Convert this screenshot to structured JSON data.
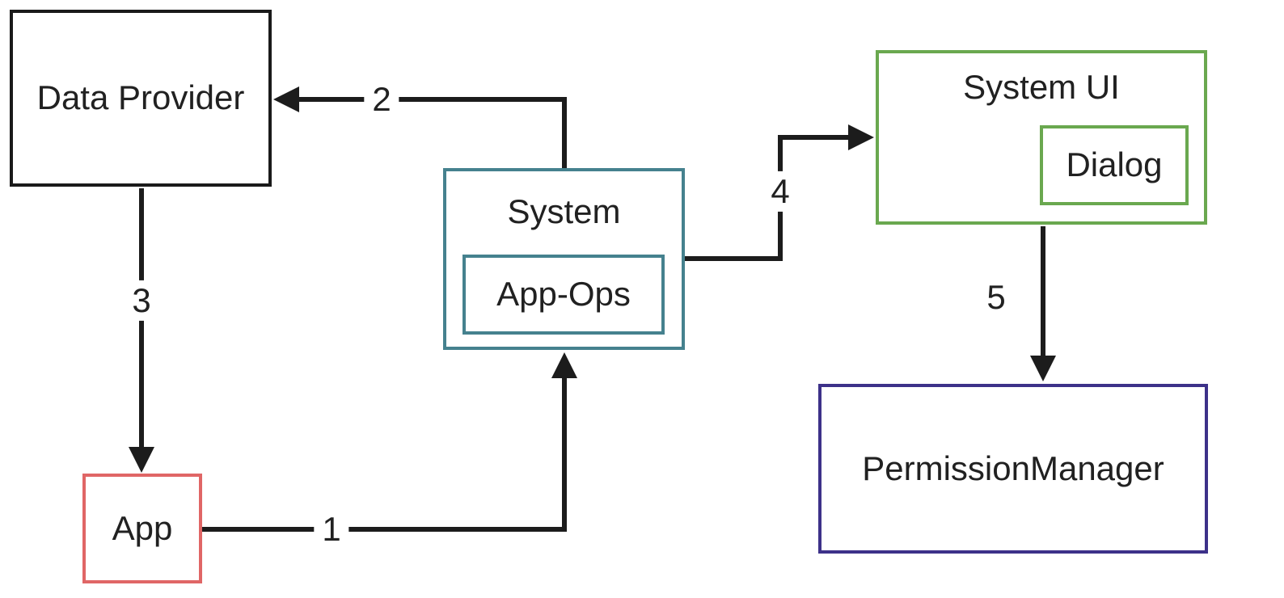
{
  "diagram": {
    "nodes": {
      "data_provider": {
        "label": "Data Provider",
        "border_color": "#1a1a1a"
      },
      "app": {
        "label": "App",
        "border_color": "#e06666"
      },
      "system": {
        "label": "System",
        "border_color": "#45818e"
      },
      "app_ops": {
        "label": "App-Ops",
        "border_color": "#45818e"
      },
      "system_ui": {
        "label": "System UI",
        "border_color": "#6aa84f"
      },
      "dialog": {
        "label": "Dialog",
        "border_color": "#6aa84f"
      },
      "permission_manager": {
        "label": "PermissionManager",
        "border_color": "#3d3189"
      }
    },
    "edges": [
      {
        "label": "1",
        "from": "app",
        "to": "system"
      },
      {
        "label": "2",
        "from": "system",
        "to": "data_provider"
      },
      {
        "label": "3",
        "from": "data_provider",
        "to": "app"
      },
      {
        "label": "4",
        "from": "system",
        "to": "system_ui"
      },
      {
        "label": "5",
        "from": "system_ui",
        "to": "permission_manager"
      }
    ],
    "colors": {
      "line": "#1c1c1c",
      "text": "#212121",
      "background": "#ffffff"
    }
  }
}
